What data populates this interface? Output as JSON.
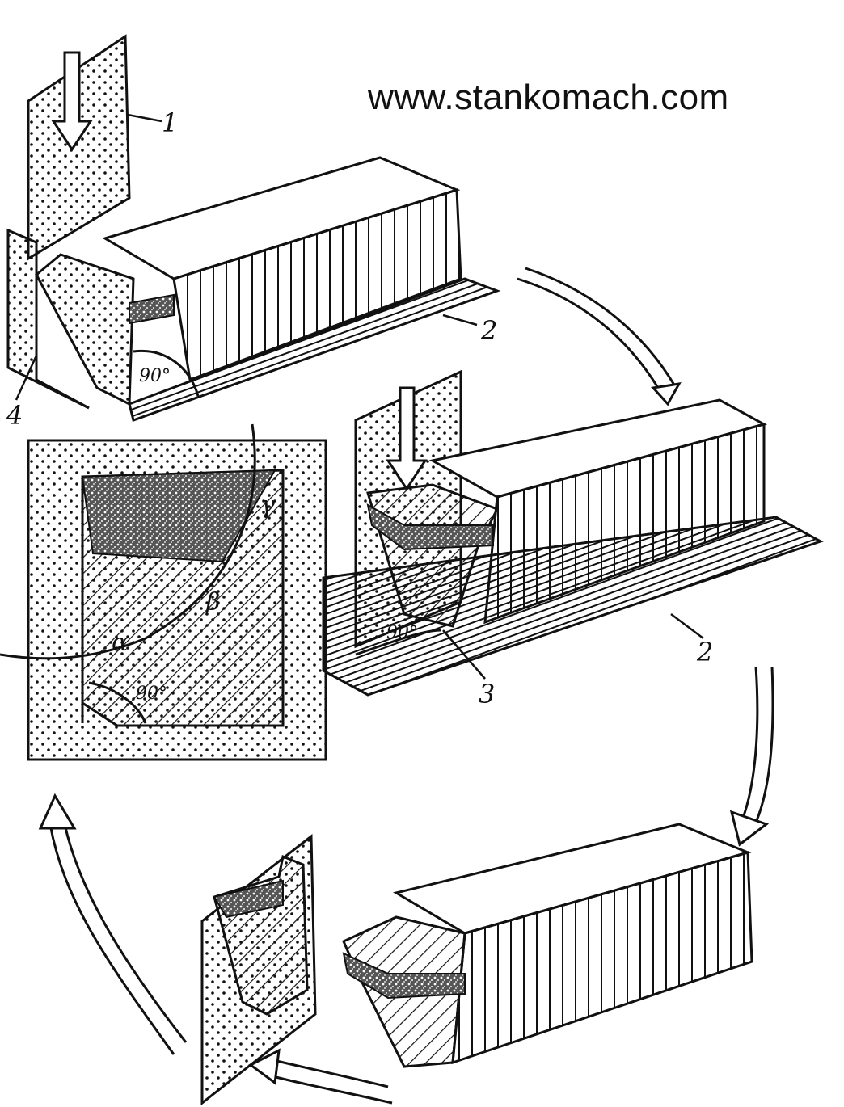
{
  "watermark": "www.stankomach.com",
  "labels": {
    "plane_1": "1",
    "base_2_top": "2",
    "base_2_mid": "2",
    "tool_3": "3",
    "plane_4": "4",
    "angle_90_top": "90°",
    "angle_90_mid": "90°",
    "angle_90_section": "90°",
    "gamma": "γ",
    "beta": "β",
    "alpha": "α"
  }
}
